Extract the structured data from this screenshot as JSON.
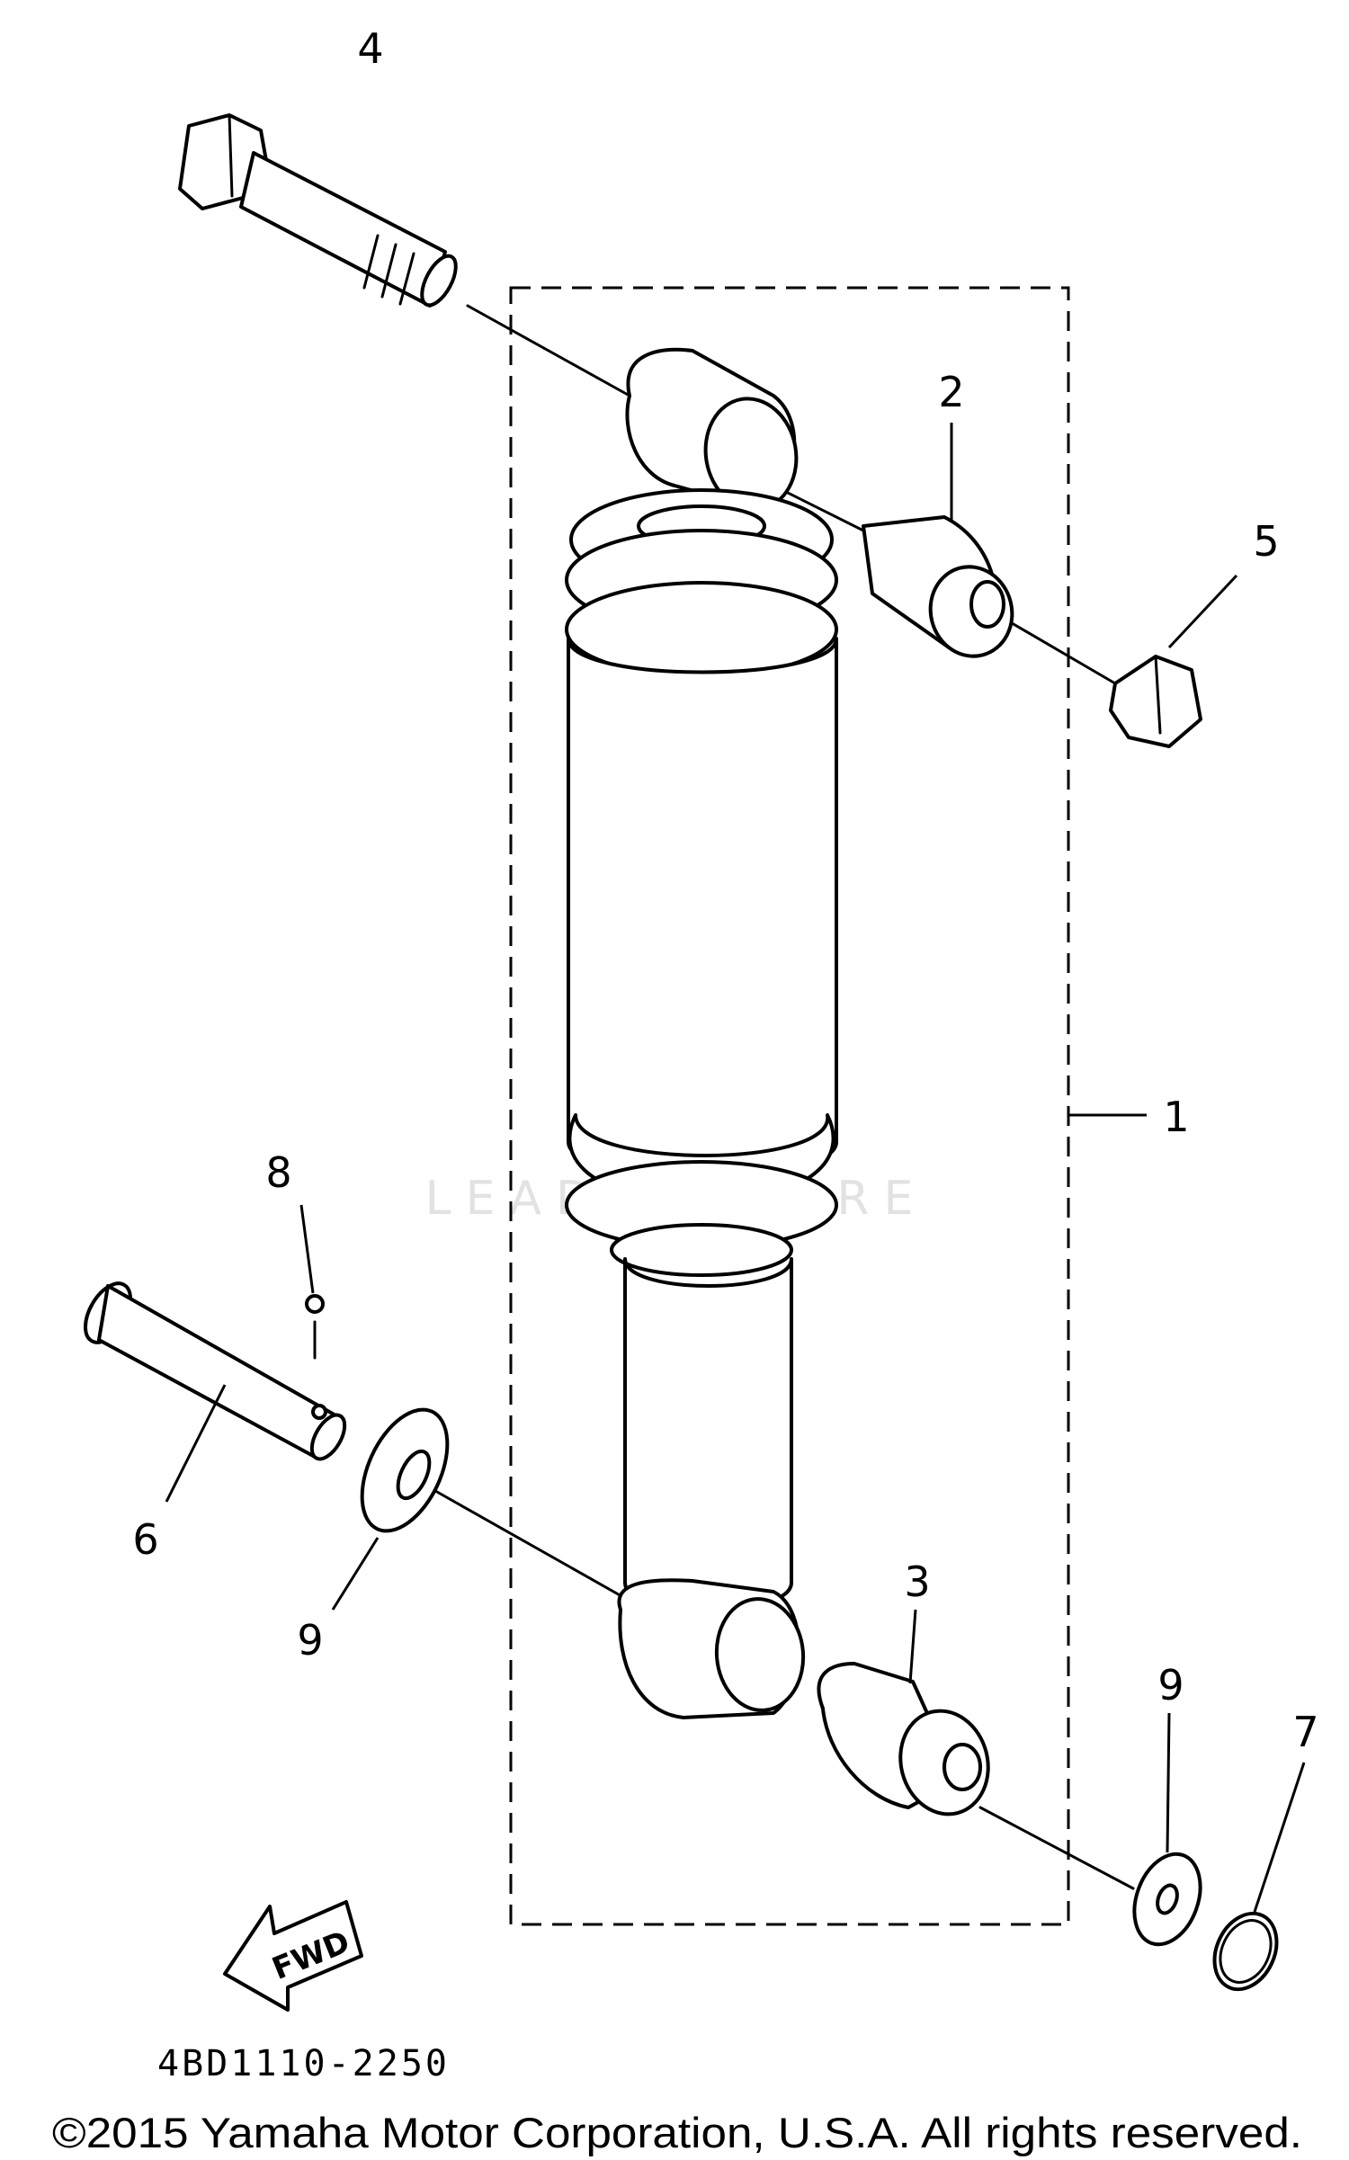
{
  "diagram": {
    "callouts": [
      "1",
      "2",
      "3",
      "4",
      "5",
      "6",
      "7",
      "8",
      "9",
      "9"
    ],
    "fwd_label": "FWD",
    "drawing_code": "4BD1110-2250",
    "copyright": "©2015 Yamaha Motor Corporation, U.S.A. All rights reserved.",
    "watermark": "LEADVENTURE"
  }
}
